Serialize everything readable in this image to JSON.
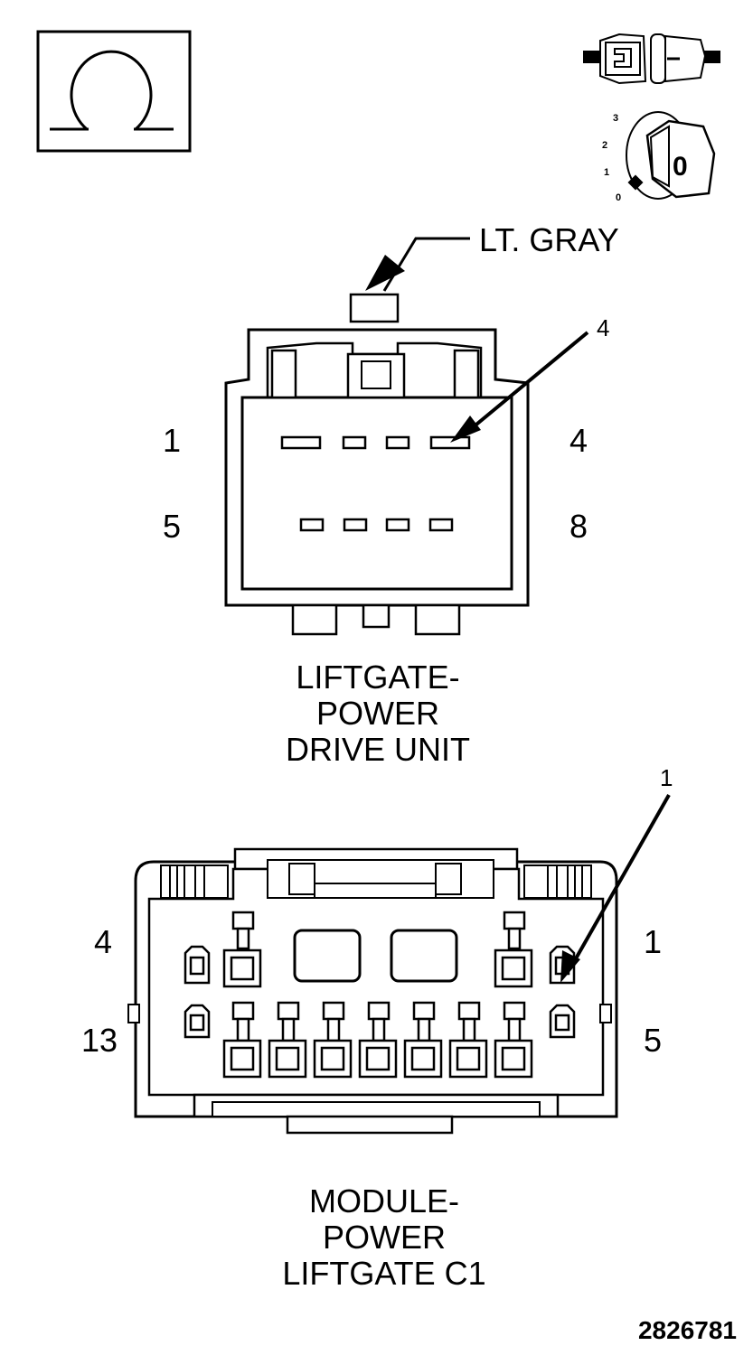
{
  "legend_icons": {
    "ohmmeter": "ohm-symbol-icon",
    "connector_test": "connector-disconnected-icon",
    "ignition": "ignition-key-off-icon",
    "ignition_positions": [
      "3",
      "2",
      "1",
      "0"
    ],
    "ignition_key_label": "0"
  },
  "connector1": {
    "color_label": "LT. GRAY",
    "pointer_label": "4",
    "pin_labels": {
      "top_left": "1",
      "top_right": "4",
      "bottom_left": "5",
      "bottom_right": "8"
    },
    "name_lines": [
      "LIFTGATE-",
      "POWER",
      "DRIVE UNIT"
    ]
  },
  "connector2": {
    "pointer_label": "1",
    "pin_labels": {
      "top_left": "4",
      "top_right": "1",
      "bottom_left": "13",
      "bottom_right": "5"
    },
    "name_lines": [
      "MODULE-",
      "POWER",
      "LIFTGATE C1"
    ]
  },
  "figure_number": "2826781"
}
